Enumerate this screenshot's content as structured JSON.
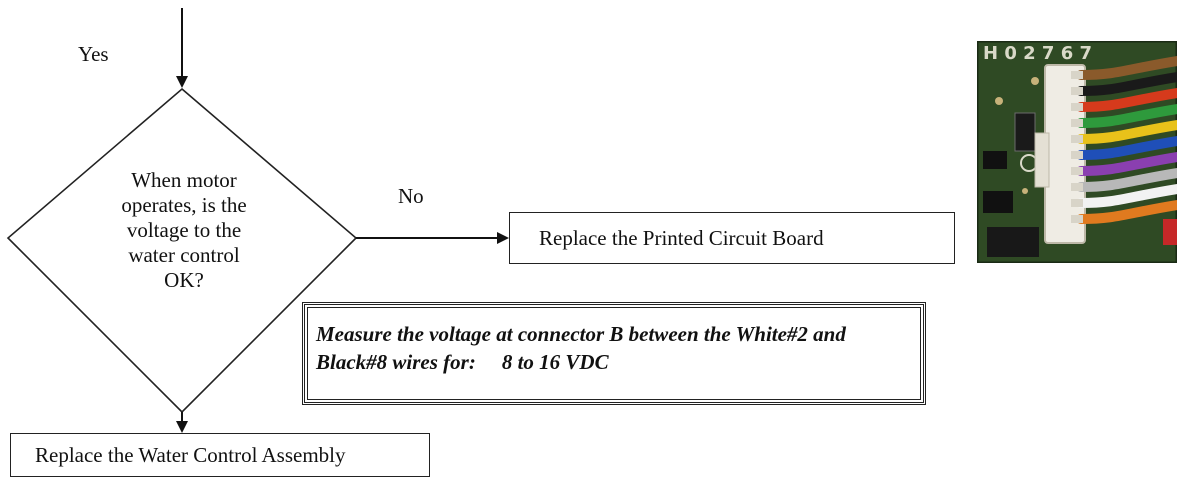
{
  "flowchart": {
    "yes_label": "Yes",
    "no_label": "No",
    "decision": {
      "lines": [
        "When motor",
        "operates, is the",
        "voltage to the",
        "water control",
        "OK?"
      ]
    },
    "replace_pcb": "Replace the Printed Circuit Board",
    "replace_water_control": "Replace the Water Control Assembly",
    "instruction": {
      "line1": "Measure the voltage at connector B between the White#2 and",
      "line2_prefix": "Black#8 wires for:",
      "line2_value": "8 to 16 VDC"
    }
  },
  "photo": {
    "subject": "connector-b-wiring-photo",
    "board_markings": "H 0 2 7   6 7",
    "wire_colors": [
      "#8a5a2b",
      "#1a1a1a",
      "#d63a1c",
      "#2e9a3c",
      "#e8c21a",
      "#1f4fb8",
      "#8a3fb0",
      "#b8b8b8",
      "#f2f2f2",
      "#e07a1f"
    ]
  }
}
